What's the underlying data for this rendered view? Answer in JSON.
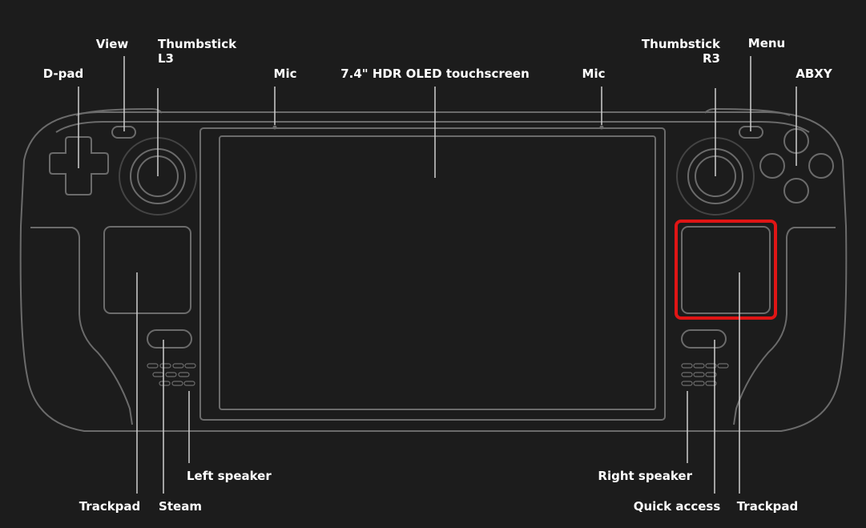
{
  "diagram": {
    "subject": "Handheld console controls",
    "colors": {
      "background": "#1c1c1c",
      "outline": "#6b6b6b",
      "leader": "#cfcfcf",
      "label": "#ffffff",
      "highlight": "#e01515"
    },
    "labels": {
      "dpad": "D-pad",
      "view": "View",
      "thumbstick_l3": [
        "Thumbstick",
        "L3"
      ],
      "mic_left": "Mic",
      "screen": "7.4\" HDR OLED touchscreen",
      "mic_right": "Mic",
      "thumbstick_r3": [
        "Thumbstick",
        "R3"
      ],
      "menu": "Menu",
      "abxy": "ABXY",
      "left_speaker": "Left speaker",
      "trackpad_left": "Trackpad",
      "steam": "Steam",
      "right_speaker": "Right speaker",
      "quick_access": "Quick access",
      "trackpad_right": "Trackpad"
    },
    "highlighted_component": "right-trackpad"
  }
}
